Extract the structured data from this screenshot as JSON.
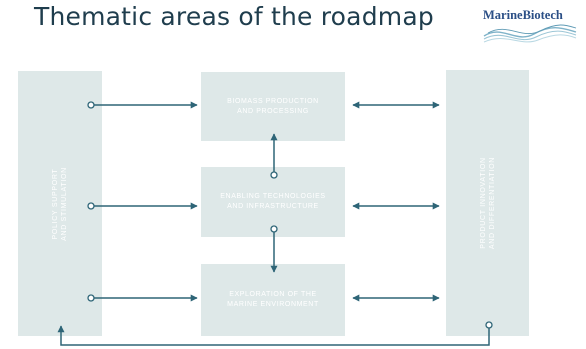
{
  "slide": {
    "title": "Thematic areas of the roadmap"
  },
  "logo": {
    "text": "MarineBiotech"
  },
  "diagram": {
    "left_box": "POLICY SUPPORT\nAND STIMULATION",
    "right_box": "PRODUCT INNOVATION\nAND DIFFERENTIATION",
    "center_boxes": [
      "BIOMASS PRODUCTION\nAND PROCESSING",
      "ENABLING TECHNOLOGIES\nAND INFRASTRUCTURE",
      "EXPLORATION OF THE\nMARINE ENVIRONMENT"
    ]
  },
  "colors": {
    "box_fill": "#dee8e8",
    "arrow": "#2e6577",
    "title": "#1f3d4d",
    "logo_text": "#2b4f86"
  }
}
